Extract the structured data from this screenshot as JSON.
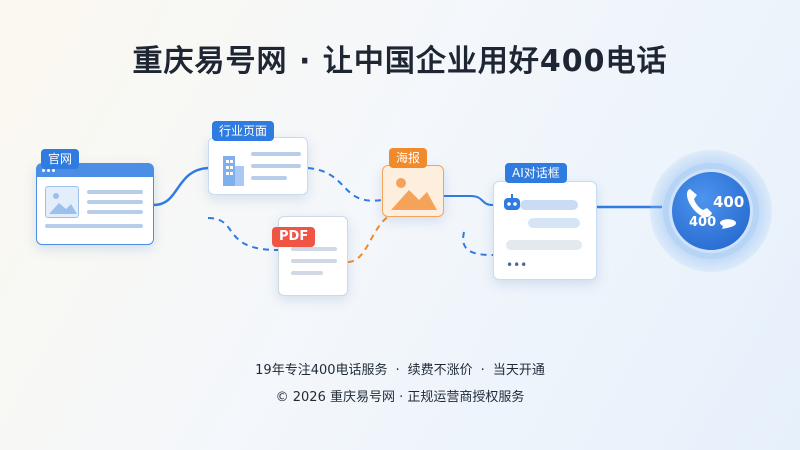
{
  "title": "重庆易号网 · 让中国企业用好400电话",
  "tags": {
    "website": "官网",
    "industry_page": "行业页面",
    "poster": "海报",
    "pdf": "PDF",
    "ai_chat": "AI对话框"
  },
  "phone": {
    "number_top": "400",
    "number_bottom": "400"
  },
  "footer": {
    "item1": "19年专注400电话服务",
    "sep": "·",
    "item2": "续费不涨价",
    "item3": "当天开通",
    "copyright": "© 2026 重庆易号网 · 正规运营商授权服务"
  },
  "colors": {
    "primary_blue": "#2f7be0",
    "orange": "#f18a2a",
    "pdf_red": "#ef5445"
  },
  "icons": [
    "browser-icon",
    "image-icon",
    "building-icon",
    "document-icon",
    "robot-icon",
    "phone-icon",
    "chat-bubble-icon"
  ]
}
